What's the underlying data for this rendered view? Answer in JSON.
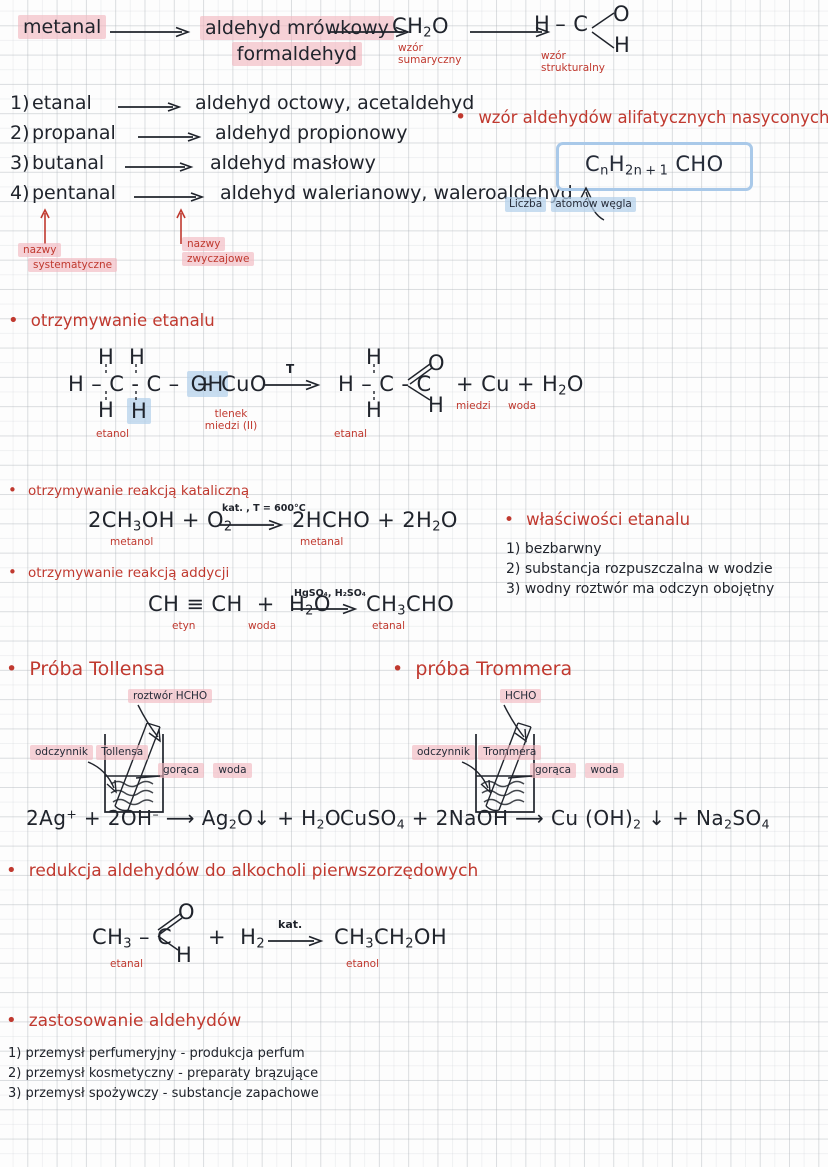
{
  "page": {
    "language": "pl",
    "colors": {
      "ink": "#20242c",
      "red": "#c0392f",
      "pink_highlight": "#f2b6be",
      "blue_highlight": "#b0cee a",
      "blue_box": "#a9c9e9",
      "grid": "#aab0b6",
      "paper": "#fdfdfd"
    }
  },
  "naming_row": {
    "term1": "metanal",
    "term2_line1": "aldehyd mrówkowy",
    "term2_line2": "formaldehyd",
    "formula_sum": "CH₂O",
    "formula_sum_label_line1": "wzór",
    "formula_sum_label_line2": "sumaryczny",
    "formula_struct": {
      "h": "H",
      "c": "C",
      "o": "O",
      "h2": "H"
    },
    "formula_struct_label_line1": "wzór",
    "formula_struct_label_line2": "strukturalny"
  },
  "names_list": {
    "items": [
      {
        "num": "1)",
        "systematic": "etanal",
        "common": "aldehyd  octowy, acetaldehyd"
      },
      {
        "num": "2)",
        "systematic": "propanal",
        "common": "aldehyd  propionowy"
      },
      {
        "num": "3)",
        "systematic": "butanal",
        "common": "aldehyd  masłowy"
      },
      {
        "num": "4)",
        "systematic": "pentanal",
        "common": "aldehyd  walerianowy, waleroaldehyd"
      }
    ],
    "annotation_left_line1": "nazwy",
    "annotation_left_line2": "systematyczne",
    "annotation_right_line1": "nazwy",
    "annotation_right_line2": "zwyczajowe"
  },
  "general_formula": {
    "heading": "wzór  aldehydów alifatycznych  nasyconych",
    "formula": "CnH2n+1 CHO",
    "annotation_line1": "Liczba",
    "annotation_line2": "atomów węgla"
  },
  "section_ethanal_prep": {
    "heading": "otrzymywanie  etanalu",
    "reagent_label_1": "etanol",
    "reagent_label_2_line1": "tlenek",
    "reagent_label_2_line2": "miedzi (II)",
    "product_label": "etanal",
    "side_label_1": "miedzi",
    "side_label_2": "woda",
    "plus_cuo": "+ CuO",
    "arrow_condition": "T",
    "products_tail": "+ Cu + H₂O"
  },
  "section_catalytic": {
    "heading": "otrzymywanie reakcją  kataliczną",
    "equation_left": "2CH₃OH + O₂",
    "equation_condition": "kat. , T = 600°C",
    "equation_right": "2HCHO + 2H₂O",
    "label_left": "metanol",
    "label_right": "metanal"
  },
  "section_addition": {
    "heading": "otrzymywanie reakcją  addycji",
    "equation_left": "CH ≡ CH  +  H₂O",
    "equation_condition": "HgSO₄, H₂SO₄",
    "equation_right": "CH₃CHO",
    "label_1": "etyn",
    "label_2": "woda",
    "label_3": "etanal"
  },
  "section_properties": {
    "heading": "właściwości  etanalu",
    "items": [
      "1) bezbarwny",
      "2) substancja  rozpuszczalna w  wodzie",
      "3) wodny  roztwór  ma  odczyn  obojętny"
    ]
  },
  "section_tollens": {
    "heading": "Próba  Tollensa",
    "label_top": "roztwór  HCHO",
    "label_left_line1": "odczynnik",
    "label_left_line2": "Tollensa",
    "label_right_line1": "gorąca",
    "label_right_line2": "woda",
    "equation": "2Ag⁺ + 2OH⁻ ⟶ Ag₂O↓ + H₂O"
  },
  "section_trommer": {
    "heading": "próba  Trommera",
    "label_top": "HCHO",
    "label_left_line1": "odczynnik",
    "label_left_line2": "Trommera",
    "label_right_line1": "gorąca",
    "label_right_line2": "woda",
    "equation": "CuSO₄ + 2NaOH ⟶ Cu (OH)₂ ↓ + Na₂SO₄"
  },
  "section_reduction": {
    "heading": "redukcja  aldehydów  do  alkocholi  pierwszorzędowych",
    "left_formula": "CH₃ – C",
    "left_o": "O",
    "left_h": "H",
    "plus_h2": "+  H₂",
    "condition": "kat.",
    "right_formula": "CH₃CH₂OH",
    "label_left": "etanal",
    "label_right": "etanol"
  },
  "section_uses": {
    "heading": "zastosowanie  aldehydów",
    "items": [
      "1) przemysł  perfumeryjny -  produkcja  perfum",
      "2) przemysł  kosmetyczny -  preparaty  brązujące",
      "3) przemysł  spożywczy -  substancje  zapachowe"
    ]
  }
}
